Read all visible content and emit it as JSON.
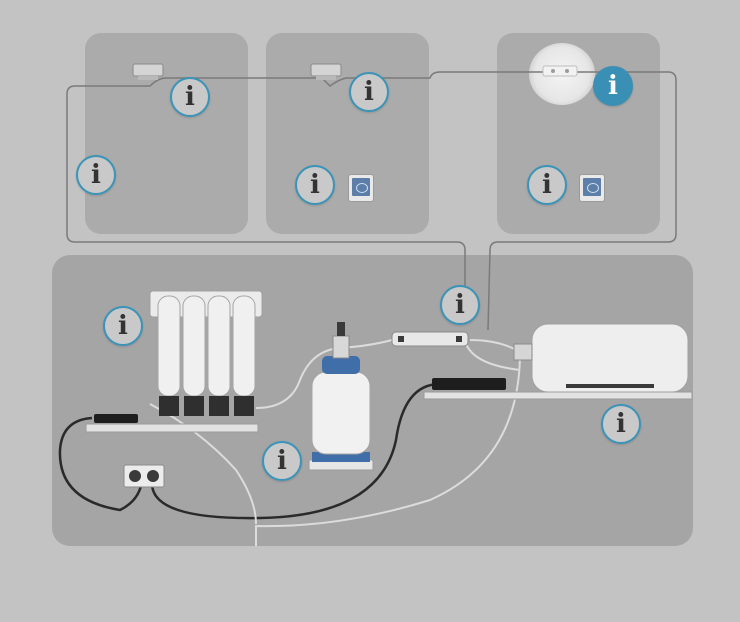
{
  "hotspot_glyph": "i",
  "colors": {
    "background": "#c3c3c3",
    "room_panel": "#ababab",
    "utility_wall": "#a5a5a5",
    "hotspot_border": "#3b94b8",
    "hotspot_active": "#3a8fb4",
    "pipe": "#7a7a7a",
    "water_tube": "#dcdcdc",
    "power_cable": "#2a2a2a"
  },
  "rooms": [
    {
      "id": "room-1",
      "icon": "ceiling-outlet-icon"
    },
    {
      "id": "room-2",
      "icon": "ceiling-outlet-icon",
      "control": "thermostat-icon"
    },
    {
      "id": "room-3",
      "icon": "ceiling-outlet-icon",
      "control": "thermostat-icon"
    }
  ],
  "hotspots": [
    {
      "id": "room-1-outlet",
      "active": false
    },
    {
      "id": "room-1-pipe",
      "active": false
    },
    {
      "id": "room-2-outlet",
      "active": false
    },
    {
      "id": "room-2-thermostat",
      "active": false
    },
    {
      "id": "room-3-outlet",
      "active": true
    },
    {
      "id": "room-3-thermostat",
      "active": false
    },
    {
      "id": "filter-unit",
      "active": false
    },
    {
      "id": "uv-lamp",
      "active": false
    },
    {
      "id": "pressure-tank",
      "active": false
    },
    {
      "id": "humidifier-unit",
      "active": false
    }
  ]
}
